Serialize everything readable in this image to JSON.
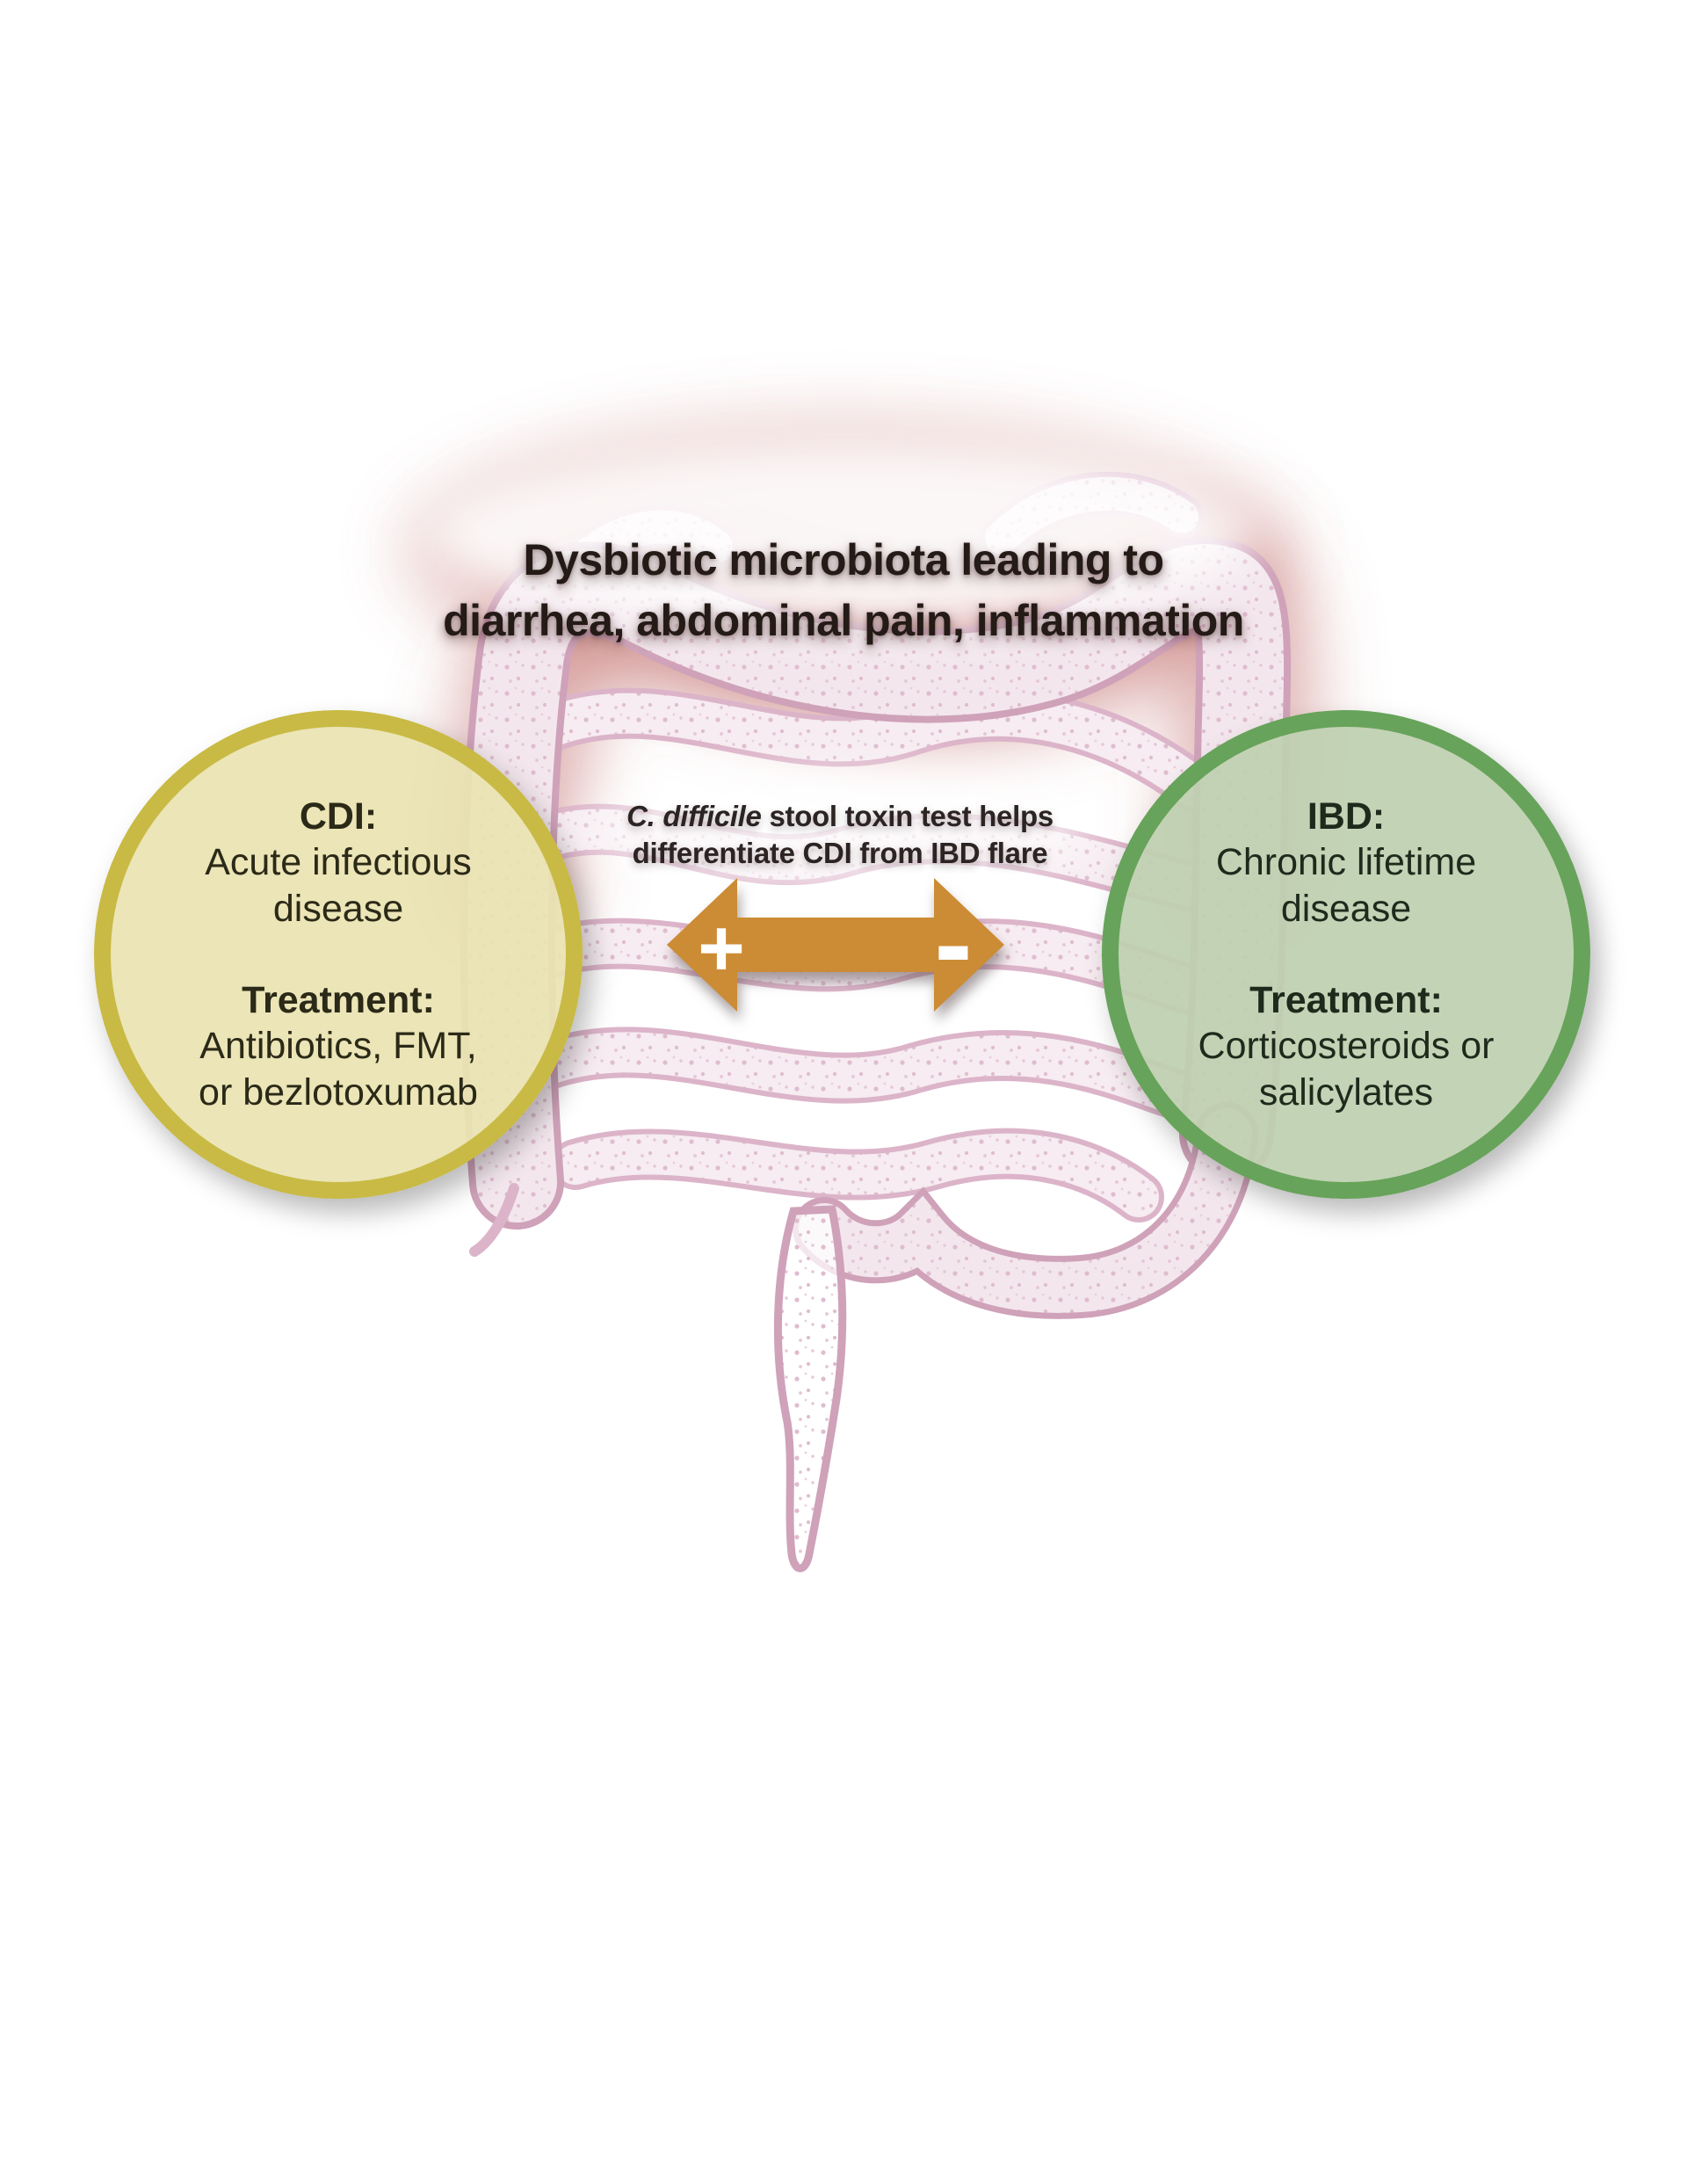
{
  "colors": {
    "page-bg": "#ffffff",
    "title-text": "#241a16",
    "center-text": "#2b2423",
    "illustration-line": "#cfa2b9",
    "illustration-line-light": "#dcb4c9",
    "glow": "rgba(187,96,92,0.50)",
    "arrow-fill": "#cc8c35",
    "arrow-symbol": "#ffffff",
    "cdi-border": "#c8ba44",
    "cdi-fill": "rgba(233,227,177,0.93)",
    "cdi-text": "#2b2917",
    "ibd-border": "#67a35a",
    "ibd-fill": "rgba(190,208,176,0.93)",
    "ibd-text": "#1e2a1b"
  },
  "title": {
    "line1": "Dysbiotic microbiota leading to",
    "line2": "diarrhea, abdominal pain, inflammation"
  },
  "center_label": {
    "italic_lead": "C. difficile",
    "line1_rest": " stool toxin test helps",
    "line2": "differentiate CDI from IBD flare"
  },
  "arrow": {
    "positive_symbol": "+",
    "negative_symbol": "-"
  },
  "cdi_circle": {
    "heading": "CDI:",
    "body": [
      "Acute infectious",
      "disease"
    ],
    "treatment_heading": "Treatment:",
    "treatment_body": [
      "Antibiotics, FMT,",
      "or bezlotoxumab"
    ]
  },
  "ibd_circle": {
    "heading": "IBD:",
    "body": [
      "Chronic lifetime",
      "disease"
    ],
    "treatment_heading": "Treatment:",
    "treatment_body": [
      "Corticosteroids or",
      "salicylates"
    ]
  },
  "illustration": {
    "description": "pale pink stippled line drawing of human intestines with red inflammation glow"
  }
}
